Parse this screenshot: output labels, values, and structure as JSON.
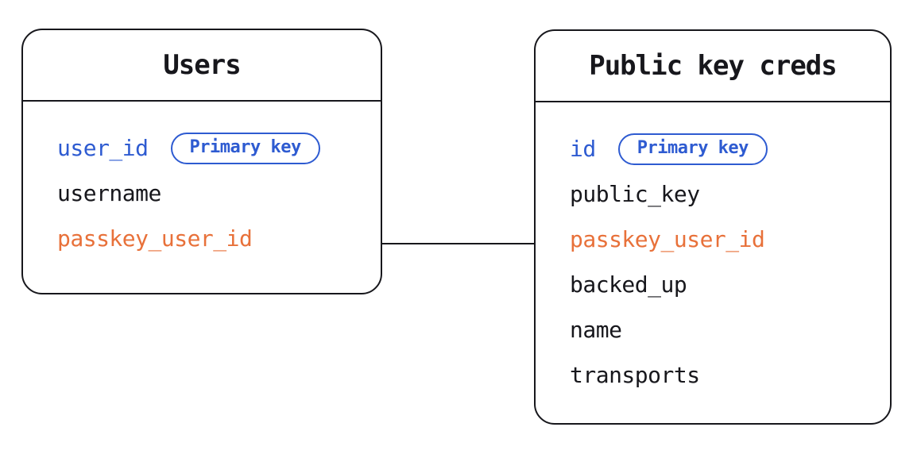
{
  "colors": {
    "primary_key_blue": "#2e5bd1",
    "foreign_key_orange": "#e8713a",
    "ink": "#17171c",
    "background": "#ffffff"
  },
  "badge_label": "Primary key",
  "tables": [
    {
      "title": "Users",
      "fields": [
        {
          "label": "user_id",
          "color": "blue",
          "badge": "Primary key"
        },
        {
          "label": "username",
          "color": "black"
        },
        {
          "label": "passkey_user_id",
          "color": "orange"
        }
      ]
    },
    {
      "title": "Public key creds",
      "fields": [
        {
          "label": "id",
          "color": "blue",
          "badge": "Primary key"
        },
        {
          "label": "public_key",
          "color": "black"
        },
        {
          "label": "passkey_user_id",
          "color": "orange"
        },
        {
          "label": "backed_up",
          "color": "black"
        },
        {
          "label": "name",
          "color": "black"
        },
        {
          "label": "transports",
          "color": "black"
        }
      ]
    }
  ],
  "connector": {
    "from_table": "Users",
    "from_field": "passkey_user_id",
    "to_table": "Public key creds",
    "to_field": "passkey_user_id"
  }
}
